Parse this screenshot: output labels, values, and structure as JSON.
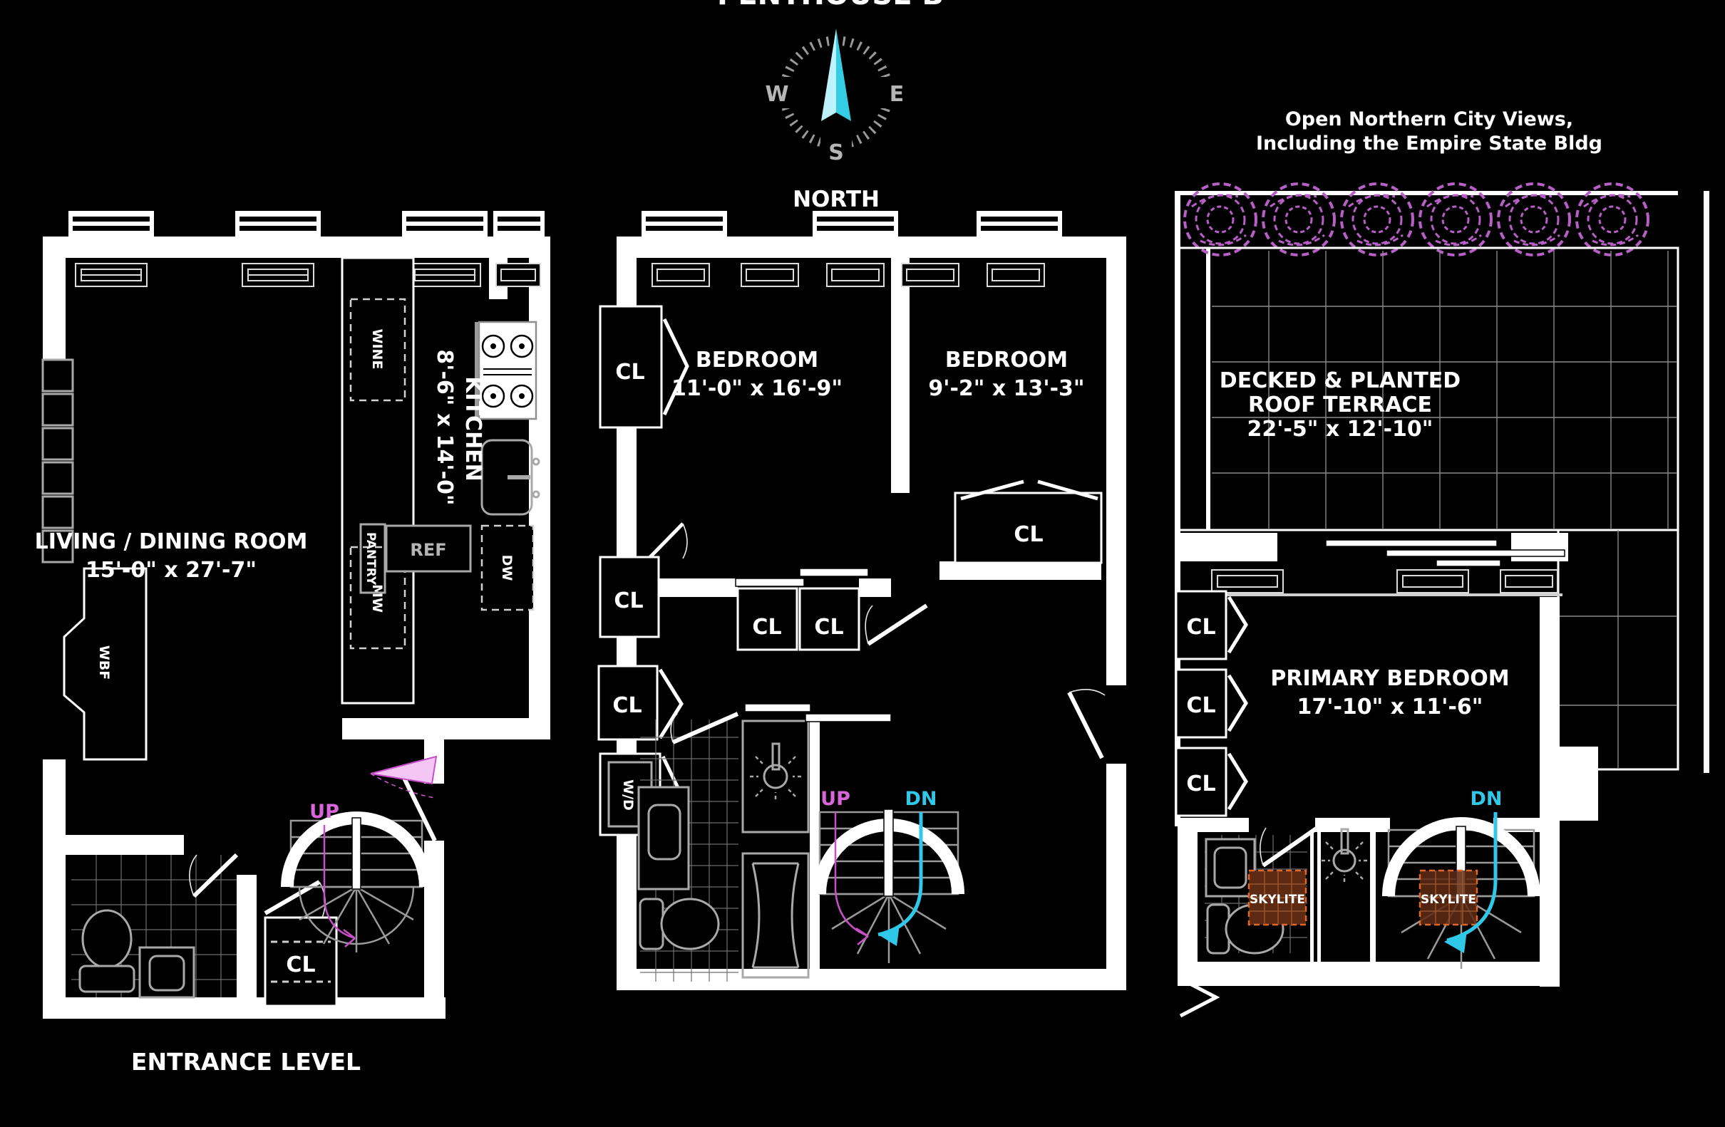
{
  "title": "PENTHOUSE B",
  "note": {
    "line1": "Open Northern City Views,",
    "line2": "Including the Empire State Bldg"
  },
  "compass": {
    "w": "W",
    "e": "E",
    "s": "S",
    "label": "NORTH"
  },
  "labels": {
    "cl": "CL",
    "up": "UP",
    "dn": "DN",
    "skylite": "SKYLITE",
    "wbf": "WBF",
    "wine": "WINE",
    "mw": "MW",
    "dw": "DW",
    "ref": "REF",
    "pantry": "PANTRY",
    "wd": "W/D"
  },
  "entrance": {
    "level_name": "ENTRANCE LEVEL",
    "living_name": "LIVING / DINING ROOM",
    "living_dims": "15'-0\" x 27'-7\"",
    "kitchen_name": "KITCHEN",
    "kitchen_dims": "8'-6\" x 14'-0\""
  },
  "mid": {
    "bedroom1_name": "BEDROOM",
    "bedroom1_dims": "11'-0\" x 16'-9\"",
    "bedroom2_name": "BEDROOM",
    "bedroom2_dims": "9'-2\" x 13'-3\""
  },
  "roof": {
    "terrace_line1": "DECKED & PLANTED",
    "terrace_line2": "ROOF TERRACE",
    "terrace_dims": "22'-5\" x 12'-10\"",
    "primary_name": "PRIMARY BEDROOM",
    "primary_dims": "17'-10\" x 11'-6\""
  },
  "colors": {
    "wall": "#ffffff",
    "plant": "#b75fc6",
    "up_magenta": "#d966d9",
    "dn_cyan": "#2fc8e8",
    "skylite_fill": "#5e2a12",
    "skylite_border": "#e0662a",
    "needle_light": "#bdf2fc",
    "needle_dark": "#35cde3"
  }
}
